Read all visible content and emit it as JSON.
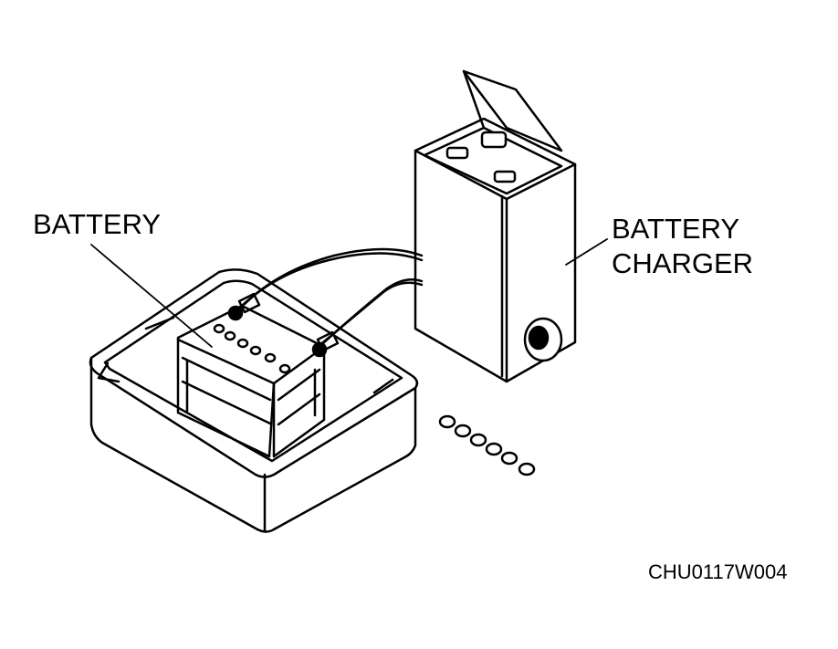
{
  "labels": {
    "battery": "BATTERY",
    "charger_line1": "BATTERY",
    "charger_line2": "CHARGER"
  },
  "figure_code": "CHU0117W004",
  "colors": {
    "ink": "#000000",
    "paper": "#ffffff"
  }
}
